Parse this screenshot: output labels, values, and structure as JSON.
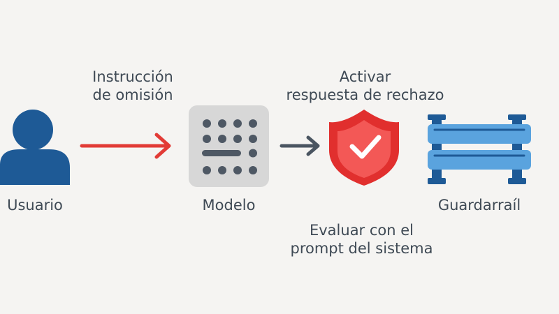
{
  "diagram": {
    "nodes": [
      {
        "id": "user",
        "label": "Usuario",
        "icon": "user-icon"
      },
      {
        "id": "model",
        "label": "Modelo",
        "icon": "keyboard-icon"
      },
      {
        "id": "shield",
        "label": "",
        "icon": "shield-check-icon"
      },
      {
        "id": "guardrail",
        "label": "Guardarraíl",
        "icon": "guardrail-icon"
      }
    ],
    "edges": [
      {
        "from": "user",
        "to": "model",
        "label_lines": [
          "Instrucción",
          "de omisión"
        ],
        "color": "#e23b36"
      },
      {
        "from": "model",
        "to": "shield",
        "label_lines": [],
        "color": "#4a5561"
      }
    ],
    "annotations": {
      "activate": [
        "Activar",
        "respuesta de rechazo"
      ],
      "evaluate": [
        "Evaluar con el",
        "prompt del sistema"
      ]
    },
    "colors": {
      "user": "#1e5a96",
      "model_bg": "#d7d7d7",
      "model_dots": "#4e5864",
      "shield_outer": "#e12f2e",
      "shield_inner": "#f35856",
      "guardrail_bar": "#5aa3de",
      "guardrail_post": "#1e5a96",
      "text": "#3f4a55"
    }
  }
}
